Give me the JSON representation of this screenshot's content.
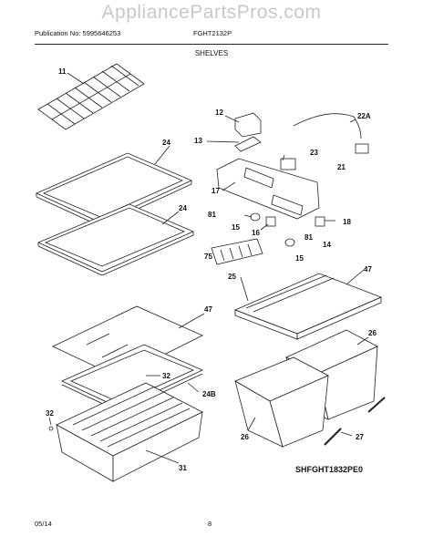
{
  "watermark": "AppliancePartsPros.com",
  "header": {
    "publication": "Publication No: 5995646253",
    "model": "FGHT2132P",
    "section": "SHELVES"
  },
  "footer": {
    "date": "05/14",
    "page": "8"
  },
  "diagram_code": "SHFGHT1832PE0",
  "callouts": {
    "c11": "11",
    "c12": "12",
    "c13": "13",
    "c22a": "22A",
    "c23": "23",
    "c21": "21",
    "c24a": "24",
    "c24b": "24",
    "c17": "17",
    "c81a": "81",
    "c15a": "15",
    "c16": "16",
    "c18": "18",
    "c81b": "81",
    "c14": "14",
    "c75": "75",
    "c15b": "15",
    "c25": "25",
    "c47a": "47",
    "c47b": "47",
    "c26a": "26",
    "c32a": "32",
    "c24bb": "24B",
    "c32b": "32",
    "c26b": "26",
    "c27": "27",
    "c31": "31"
  }
}
